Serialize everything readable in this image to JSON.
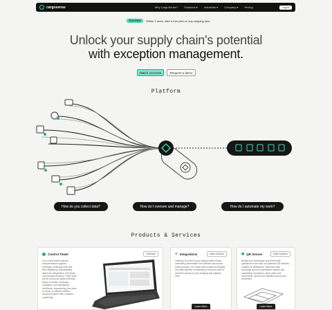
{
  "nav": {
    "brand": "cargosense",
    "links": [
      "Why CargoSense?",
      "Solutions ▾",
      "Industries ▾",
      "Company ▾",
      "Pricing"
    ],
    "login_label": "Log in"
  },
  "announcement": {
    "badge": "Free Pilot",
    "text": "Within 1 week, start a free pilot on any shipping lane"
  },
  "hero": {
    "line1": "Unlock your supply chain's potential",
    "line2_prefix": "with ",
    "line2_strong": "exception management."
  },
  "cta": {
    "primary_label": "Watch overview",
    "secondary_label": "Request a demo"
  },
  "platform": {
    "title": "Platform",
    "questions": [
      "How do you collect data?",
      "How do I oversee and manage?",
      "How do I automate my work?"
    ]
  },
  "products": {
    "title": "Products & Services",
    "cards": [
      {
        "name": "Control Tower",
        "chip": "Software",
        "description": "Our control tower delivers comprehensive logistics oversight, achieving near real-time visibility by consolidating data from integrations, API feeds, and onboard sensors. These tools act as a nervous system alerting teams to issues, surfacing conditions, and simplifying workflows, empowering your team to focus on efficient solution resources rather than constant monitoring."
      },
      {
        "name": "Integrations",
        "chip": "Data Solution",
        "description": "Getting a full view of your supply chain means connecting information from devices across the entire process. Our smart team excels at bringing this data together seamlessly so that you have a real-time picture of your shipping and logistics data.",
        "learn_label": "Learn More"
      },
      {
        "name": "QR Sensor",
        "chip": "Data Solution",
        "description": "Bridge your warehouse and team while operations move with our patented QR stickers, created for distribution. Real-time data exchange lets your operations monitor risk completing exceptions, store notes and documents, and ensure visibility across your processes.",
        "learn_label": "Learn More"
      }
    ]
  },
  "colors": {
    "accent": "#3fd6b0",
    "dark": "#161616",
    "background": "#f4f4f2"
  }
}
